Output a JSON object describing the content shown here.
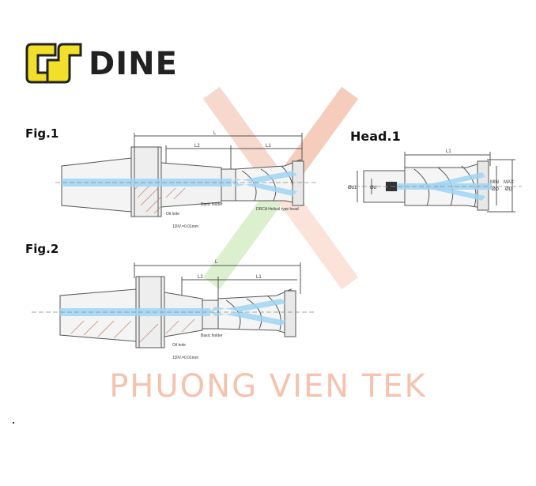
{
  "brand": {
    "name": "DINE",
    "logo_color": "#f2df2a"
  },
  "watermark": {
    "text": "PHUONG VIEN TEK",
    "color": "#f6c2ae"
  },
  "colors": {
    "coolant": "#9fd3f3",
    "line": "#555555",
    "hatch": "#c08c7c"
  },
  "fig1": {
    "title": "Fig.1",
    "dim_L": "L",
    "dim_L2": "L2",
    "dim_L1": "L1",
    "label_oil_hole": "Oil hole",
    "label_basic_holder": "Basic holder",
    "label_head": "DRCA Helical type head",
    "scale": "1DIV.=0.01mm"
  },
  "head1": {
    "title": "Head.1",
    "dim_L1": "L1",
    "dim_d1": "Ød1",
    "dim_d": "Ød",
    "dim_min": "MIN",
    "dim_min_d": "ØD",
    "dim_max": "MAX",
    "dim_max_d": "ØD"
  },
  "fig2": {
    "title": "Fig.2",
    "dim_L": "L",
    "dim_L2": "L2",
    "dim_L1": "L1",
    "label_oil_hole": "Oil hole",
    "label_basic_holder": "Basic holder",
    "scale": "1DIV.=0.01mm"
  }
}
